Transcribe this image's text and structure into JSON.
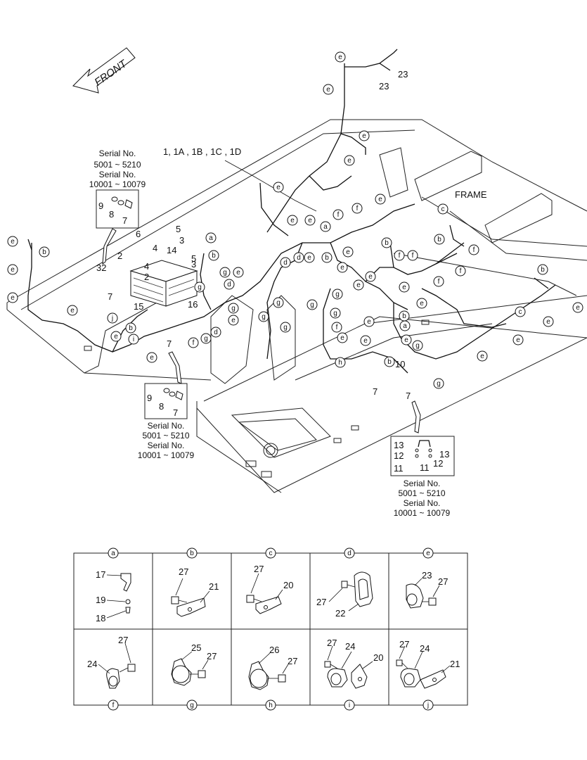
{
  "front_arrow": {
    "label": "FRONT"
  },
  "frame_label": "FRAME",
  "main_callout": "1, 1A , 1B , 1C , 1D",
  "serial_box_1": {
    "line1": "Serial No.",
    "line2": "5001 ~ 5210",
    "line3": "Serial No.",
    "line4": "10001 ~ 10079",
    "parts": [
      "9",
      "8",
      "7"
    ]
  },
  "serial_box_2": {
    "line1": "Serial No.",
    "line2": "5001 ~ 5210",
    "line3": "Serial No.",
    "line4": "10001 ~ 10079",
    "parts": [
      "9",
      "8",
      "7"
    ]
  },
  "serial_box_3": {
    "line1": "Serial No.",
    "line2": "5001 ~ 5210",
    "line3": "Serial No.",
    "line4": "10001 ~ 10079",
    "parts": [
      "13",
      "12",
      "11",
      "13",
      "12",
      "11"
    ]
  },
  "part_numbers": [
    "2",
    "3",
    "4",
    "5",
    "6",
    "7",
    "10",
    "14",
    "15",
    "16",
    "23",
    "32"
  ],
  "circle_letters": [
    "a",
    "b",
    "c",
    "d",
    "e",
    "f",
    "g",
    "h",
    "i",
    "j"
  ],
  "detail_table": {
    "top_row": [
      {
        "letter": "a",
        "parts": [
          "17",
          "19",
          "18"
        ]
      },
      {
        "letter": "b",
        "parts": [
          "27",
          "21"
        ]
      },
      {
        "letter": "c",
        "parts": [
          "27",
          "20"
        ]
      },
      {
        "letter": "d",
        "parts": [
          "27",
          "22"
        ]
      },
      {
        "letter": "e",
        "parts": [
          "23",
          "27"
        ]
      }
    ],
    "bottom_row": [
      {
        "letter": "f",
        "parts": [
          "27",
          "24"
        ]
      },
      {
        "letter": "g",
        "parts": [
          "25",
          "27"
        ]
      },
      {
        "letter": "h",
        "parts": [
          "26",
          "27"
        ]
      },
      {
        "letter": "i",
        "parts": [
          "27",
          "24",
          "20"
        ]
      },
      {
        "letter": "j",
        "parts": [
          "27",
          "24",
          "21"
        ]
      }
    ]
  }
}
